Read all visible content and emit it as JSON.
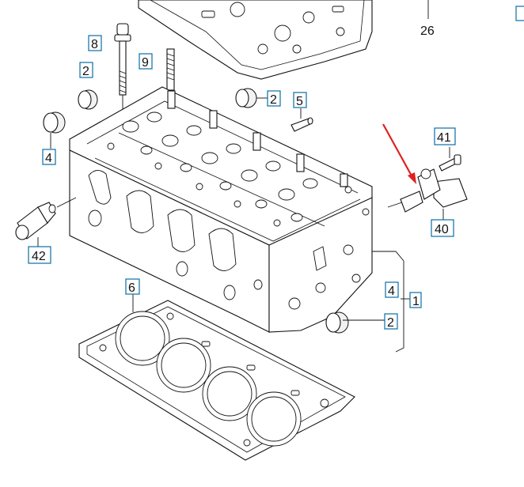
{
  "callouts": {
    "c26": "26",
    "c8": "8",
    "c9": "9",
    "c2_left": "2",
    "c2_right": "2",
    "c2_bottom": "2",
    "c5": "5",
    "c4_left": "4",
    "c4_right": "4",
    "c1": "1",
    "c41": "41",
    "c40": "40",
    "c42": "42",
    "c6": "6"
  },
  "colors": {
    "callout_border": "#0a6ea6",
    "arrow": "#e02020",
    "ink": "#111111"
  }
}
